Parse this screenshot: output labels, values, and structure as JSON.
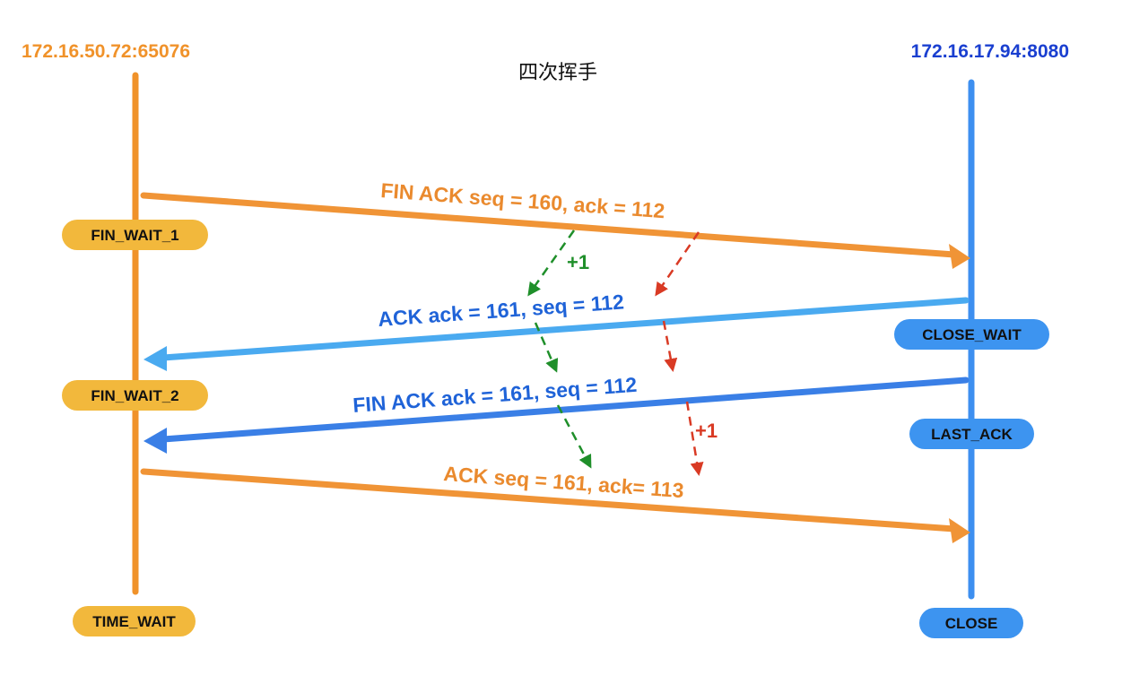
{
  "title": "四次挥手",
  "left_host": {
    "label": "172.16.50.72:65076",
    "color": "#f0922a",
    "states": [
      "FIN_WAIT_1",
      "FIN_WAIT_2",
      "TIME_WAIT"
    ],
    "state_color": "#f2b83c"
  },
  "right_host": {
    "label": "172.16.17.94:8080",
    "color": "#1a3fd0",
    "line_color": "#3d8ff0",
    "states": [
      "CLOSE_WAIT",
      "LAST_ACK",
      "CLOSE"
    ],
    "state_color": "#3d94f0"
  },
  "messages": [
    {
      "text": "FIN  ACK  seq = 160,  ack = 112",
      "color": "#ea8a2e"
    },
    {
      "text": "ACK ack = 161,  seq = 112",
      "color": "#1f63d8"
    },
    {
      "text": "FIN  ACK  ack = 161, seq = 112",
      "color": "#1f63d8"
    },
    {
      "text": "ACK  seq = 161, ack=  113",
      "color": "#ea8a2e"
    }
  ],
  "annotations": {
    "seq_increment": {
      "text": "+1",
      "color": "#1f8f2a"
    },
    "ack_increment": {
      "text": "+1",
      "color": "#d93a24"
    }
  }
}
